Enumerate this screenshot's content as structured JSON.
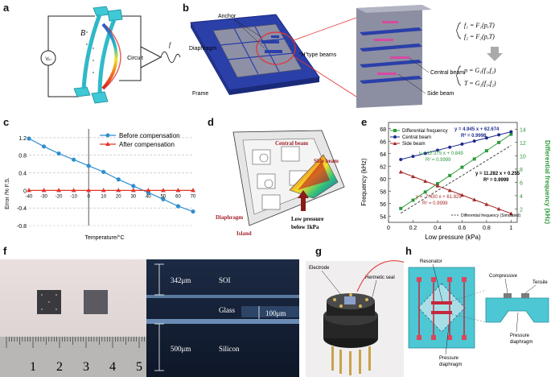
{
  "panels": {
    "a": {
      "label": "a",
      "B": "B",
      "vin": "Vᵢₙ",
      "circuit": "Circuit",
      "f": "f"
    },
    "b": {
      "label": "b",
      "anchor": "Anchor",
      "diaphragm": "Diaphragm",
      "frame": "Frame",
      "htype": "\"H\"type beams",
      "central": "Central beam",
      "side": "Side beam",
      "eq1": "f₁ = F₁(p,T)",
      "eq2": "f₂ = F₂(p,T)",
      "eq3": "p = G₁(f₁,f₂)",
      "eq4": "T = G₂(f₁,f₂)"
    },
    "d": {
      "label": "d",
      "central": "Central beam",
      "side": "Side beam",
      "diaphragm": "Diaphragm",
      "island": "Island",
      "lowp1": "Low pressure",
      "lowp2": "below 1kPa"
    },
    "f": {
      "label": "f",
      "soi": "SOI",
      "glass": "Glass",
      "silicon": "Silicon",
      "d342": "342μm",
      "d100": "100μm",
      "d500": "500μm",
      "ruler": [
        "1",
        "2",
        "3",
        "4",
        "5"
      ]
    },
    "g": {
      "label": "g",
      "electrode": "Electrode",
      "seal": "Hermetic seal"
    },
    "h": {
      "label": "h",
      "resonator": "Resonator",
      "pdiaphragm1": "Pressure",
      "pdiaphragm2": "diaphragm",
      "compressive": "Compressive",
      "tensile": "Tensile",
      "pdiaphragm3": "Pressure",
      "pdiaphragm4": "diaphragm"
    }
  },
  "chart_data": [
    {
      "id": "c",
      "type": "line",
      "label": "c",
      "x": [
        -40,
        -30,
        -20,
        -10,
        0,
        10,
        20,
        30,
        40,
        50,
        60,
        70
      ],
      "series": [
        {
          "name": "Before compensation",
          "color": "#2f8fd0",
          "marker": "circle",
          "values": [
            1.18,
            1.0,
            0.84,
            0.7,
            0.56,
            0.42,
            0.25,
            0.1,
            -0.05,
            -0.2,
            -0.36,
            -0.48
          ]
        },
        {
          "name": "After compensation",
          "color": "#e0352b",
          "marker": "triangle",
          "values": [
            0,
            0,
            0,
            0,
            0,
            0,
            0,
            0,
            0,
            0,
            0,
            0
          ]
        }
      ],
      "xlabel": "Temperature/°C",
      "ylabel": "Error /% F.S.",
      "xlim": [
        -40,
        70
      ],
      "ylim": [
        -0.8,
        1.4
      ],
      "xticks": [
        -40,
        -30,
        -20,
        -10,
        0,
        10,
        20,
        30,
        40,
        50,
        60,
        70
      ],
      "yticks": [
        -0.8,
        -0.4,
        0,
        0.4,
        0.8,
        1.2
      ],
      "ytick_labels": [
        "-0.8",
        "-0.4",
        "0",
        "0.4",
        "0.8",
        "1.2"
      ],
      "grid": "horizontal dashed",
      "legend": "top-right"
    },
    {
      "id": "e",
      "type": "line",
      "label": "e",
      "x": [
        0.1,
        0.2,
        0.3,
        0.4,
        0.5,
        0.6,
        0.7,
        0.8,
        0.9,
        1.0
      ],
      "series": [
        {
          "name": "Differential frequency",
          "color": "#2e9b3a",
          "axis": "right",
          "marker": "square",
          "values": [
            2.08,
            3.32,
            4.56,
            5.8,
            7.03,
            8.27,
            9.51,
            10.75,
            11.99,
            13.22
          ]
        },
        {
          "name": "Central beam",
          "color": "#1f2d8c",
          "axis": "left",
          "marker": "circle",
          "values": [
            63.07,
            63.56,
            64.05,
            64.55,
            65.04,
            65.53,
            66.02,
            66.52,
            67.01,
            67.5
          ]
        },
        {
          "name": "Side beam",
          "color": "#a52a2a",
          "axis": "left",
          "marker": "triangle",
          "values": [
            61.08,
            60.34,
            59.6,
            58.85,
            58.11,
            57.37,
            56.63,
            55.89,
            55.14,
            54.4
          ]
        },
        {
          "name": "Differential frequency (Simulated)",
          "color": "#444444",
          "axis": "right",
          "dashed": true,
          "values": [
            1.38,
            2.51,
            3.64,
            4.77,
            5.9,
            7.02,
            8.15,
            9.28,
            10.41,
            11.54
          ]
        }
      ],
      "annotations": [
        {
          "text": "y = 4.945 x + 62.674",
          "color": "#1f2d8c"
        },
        {
          "text": "R² = 0.9998",
          "color": "#1f2d8c"
        },
        {
          "text": "y = 12.375 x + 0.849",
          "color": "#2e9b3a"
        },
        {
          "text": "R² = 0.9999",
          "color": "#2e9b3a"
        },
        {
          "text": "y = 11.282 x + 0.255",
          "color": "#111111"
        },
        {
          "text": "R² = 0.9999",
          "color": "#111111"
        },
        {
          "text": "y = -7.430 x + 61.825",
          "color": "#a52a2a"
        },
        {
          "text": "R² = 0.9999",
          "color": "#a52a2a"
        }
      ],
      "xlabel": "Low pressure (kPa)",
      "ylabel": "Frequency (kHz)",
      "y2label": "Differential frequency (kHz)",
      "xlim": [
        0,
        1.05
      ],
      "ylim": [
        53,
        69
      ],
      "y2lim": [
        0,
        15
      ],
      "xticks": [
        0,
        0.2,
        0.4,
        0.6,
        0.8,
        1
      ],
      "yticks": [
        54,
        56,
        58,
        60,
        62,
        64,
        66,
        68
      ],
      "y2ticks": [
        2,
        4,
        6,
        8,
        10,
        12,
        14
      ],
      "legend": "top-left"
    }
  ]
}
